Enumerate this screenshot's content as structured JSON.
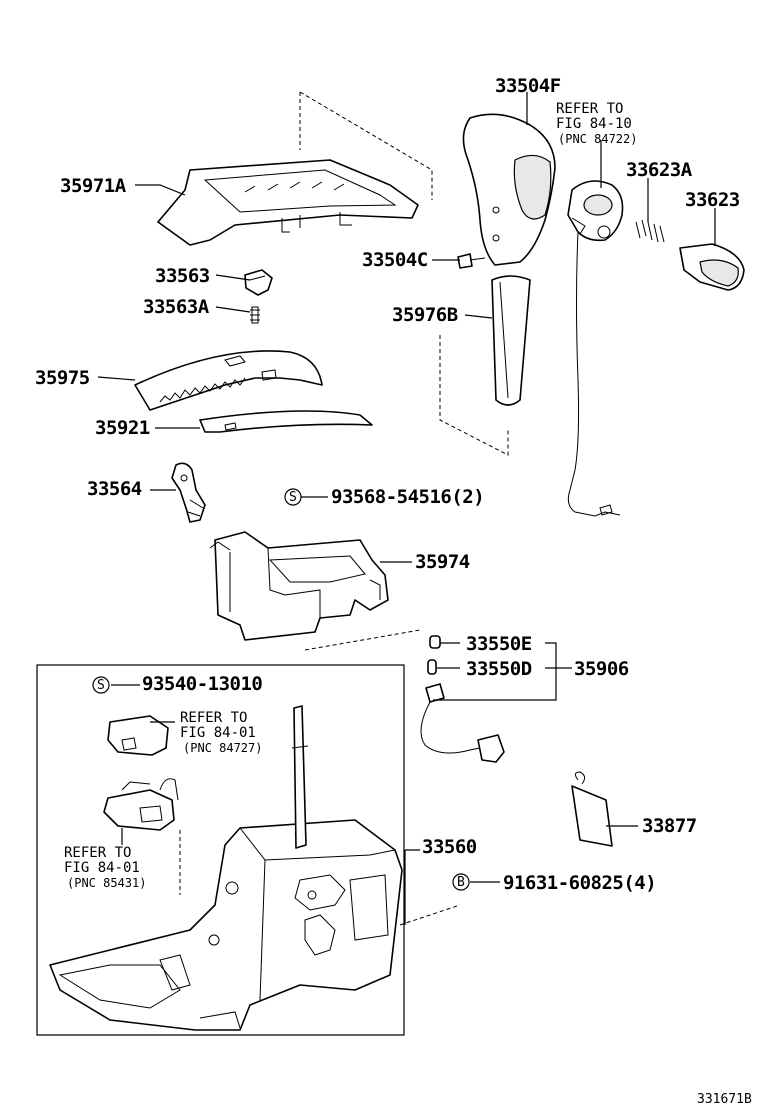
{
  "labels": {
    "p33504F": "33504F",
    "ref8410_1": "REFER TO",
    "ref8410_2": "FIG 84-10",
    "ref8410_3": "(PNC 84722)",
    "p33623A": "33623A",
    "p33623": "33623",
    "p35971A": "35971A",
    "p33504C": "33504C",
    "p33563": "33563",
    "p33563A": "33563A",
    "p35976B": "35976B",
    "p35975": "35975",
    "p35921": "35921",
    "p33564": "33564",
    "s1_marker": "S",
    "s1_part": "93568-54516(2)",
    "p35974": "35974",
    "p33550E": "33550E",
    "p33550D": "33550D",
    "p35906": "35906",
    "s2_marker": "S",
    "s2_part": "93540-13010",
    "ref8401a_1": "REFER TO",
    "ref8401a_2": "FIG 84-01",
    "ref8401a_3": "(PNC 84727)",
    "ref8401b_1": "REFER TO",
    "ref8401b_2": "FIG 84-01",
    "ref8401b_3": "(PNC 85431)",
    "p33560": "33560",
    "b_marker": "B",
    "b_part": "91631-60825(4)",
    "p33877": "33877",
    "figure_id": "331671B"
  }
}
